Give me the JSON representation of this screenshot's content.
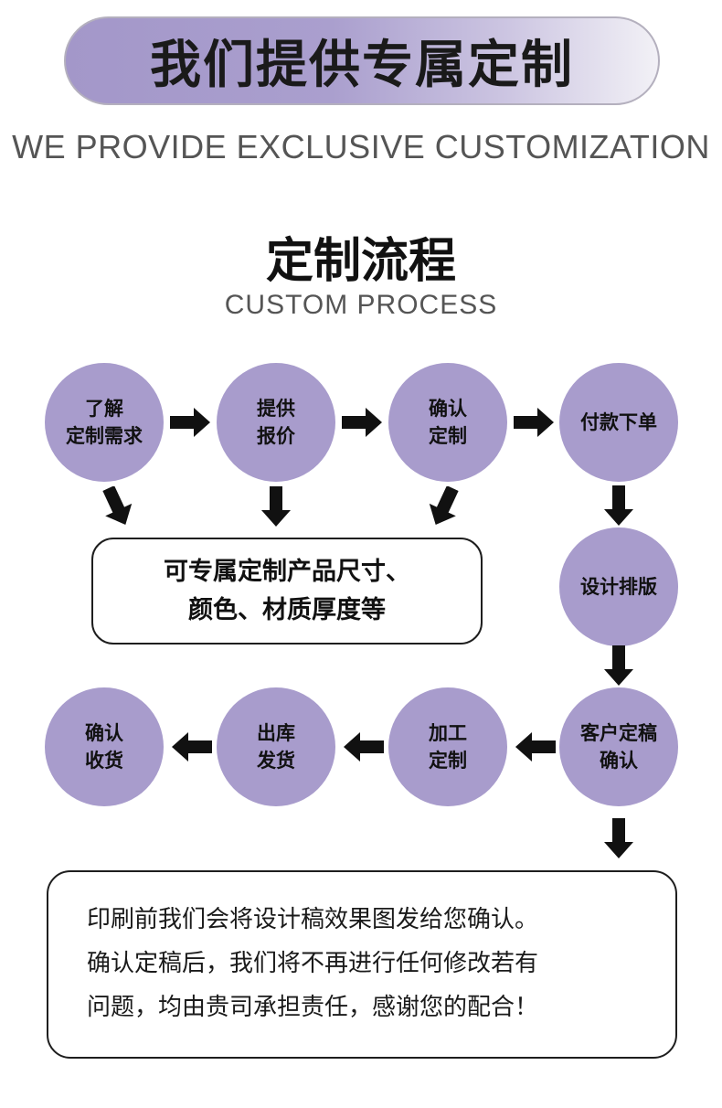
{
  "header": {
    "title": "我们提供专属定制",
    "subtitle": "WE PROVIDE EXCLUSIVE CUSTOMIZATION"
  },
  "process": {
    "title": "定制流程",
    "subtitle": "CUSTOM PROCESS",
    "steps": [
      {
        "line1": "了解",
        "line2": "定制需求"
      },
      {
        "line1": "提供",
        "line2": "报价"
      },
      {
        "line1": "确认",
        "line2": "定制"
      },
      {
        "line1": "付款下单",
        "line2": ""
      },
      {
        "line1": "设计排版",
        "line2": ""
      },
      {
        "line1": "客户定稿",
        "line2": "确认"
      },
      {
        "line1": "加工",
        "line2": "定制"
      },
      {
        "line1": "出库",
        "line2": "发货"
      },
      {
        "line1": "确认",
        "line2": "收货"
      }
    ],
    "note_lines": [
      "可专属定制产品尺寸、",
      "颜色、材质厚度等"
    ],
    "notice_lines": [
      "印刷前我们会将设计稿效果图发给您确认。",
      "确认定稿后，我们将不再进行任何修改若有",
      "问题，均由贵司承担责任，感谢您的配合！"
    ]
  },
  "colors": {
    "circle": "#a89ccc",
    "banner_start": "#a397c9",
    "arrow": "#111111"
  }
}
